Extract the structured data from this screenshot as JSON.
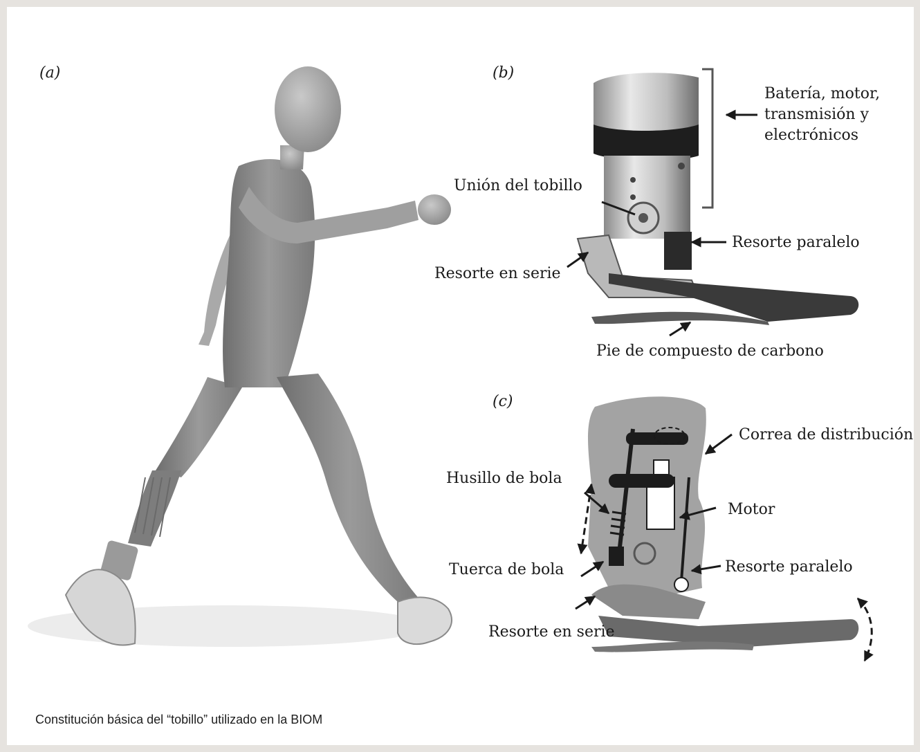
{
  "panels": {
    "a": "(a)",
    "b": "(b)",
    "c": "(c)"
  },
  "labels_b": {
    "bateria": "Batería, motor,",
    "transmision": "transmisión y",
    "electronicos": "electrónicos",
    "union": "Unión del tobillo",
    "resorte_paralelo": "Resorte paralelo",
    "resorte_serie": "Resorte en serie",
    "pie": "Pie de compuesto de carbono"
  },
  "labels_c": {
    "correa": "Correa de distribución",
    "husillo": "Husillo de bola",
    "motor": "Motor",
    "tuerca": "Tuerca de bola",
    "resorte_paralelo": "Resorte paralelo",
    "resorte_serie": "Resorte en serie"
  },
  "caption": "Constitución básica del “tobillo” utilizado en la BIOM",
  "colors": {
    "background": "#e6e3df",
    "panel": "#ffffff",
    "body_gray": "#8d8d8d",
    "diagram_gray": "#9e9e9e",
    "dark": "#1c1c1c"
  }
}
